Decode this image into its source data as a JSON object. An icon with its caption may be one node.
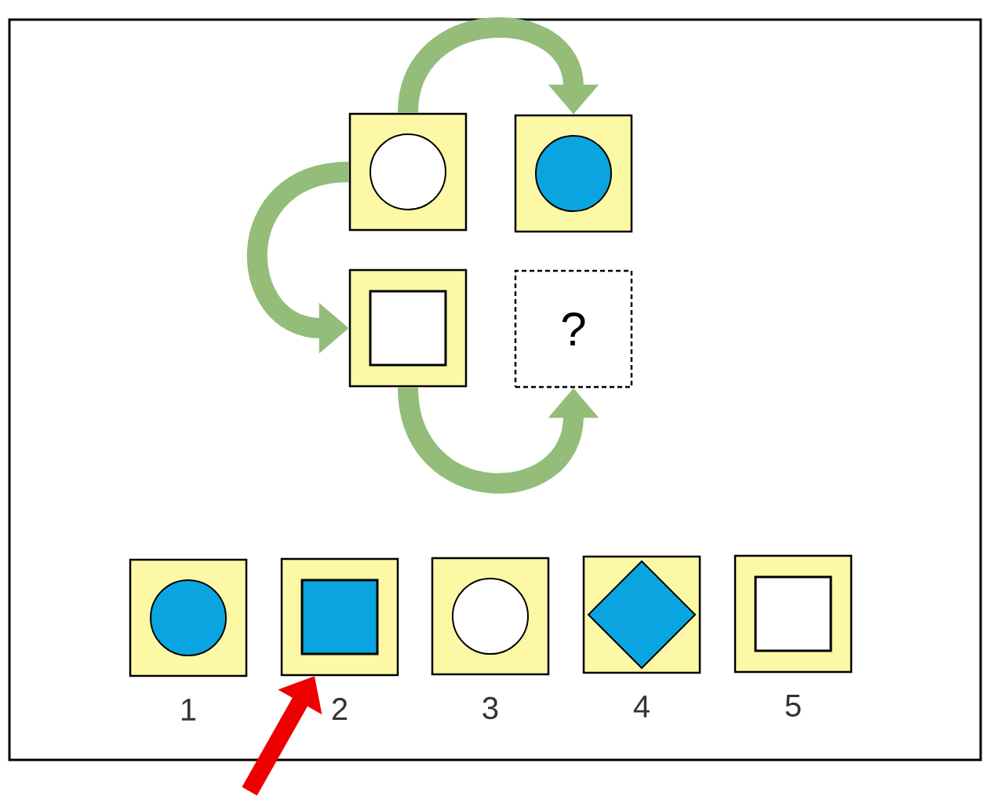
{
  "diagram": {
    "nodes": [
      {
        "text": [],
        "shape": "box"
      },
      {
        "text": [],
        "shape": "box"
      },
      {
        "text": [],
        "shape": "box"
      },
      {
        "text": [
          "?"
        ]
      },
      {
        "text": [],
        "shape": "box",
        "beside": [
          "1"
        ]
      },
      {
        "text": [],
        "shape": "box",
        "beside": [
          "2"
        ]
      },
      {
        "text": [],
        "shape": "box",
        "beside": [
          "3"
        ]
      },
      {
        "text": [],
        "shape": "box",
        "beside": [
          "4"
        ]
      },
      {
        "text": [],
        "shape": "box",
        "beside": [
          "5"
        ]
      }
    ],
    "edges": [
      {
        "from": 0,
        "to": 1,
        "arrow": "to"
      },
      {
        "from": 0,
        "to": 2,
        "arrow": "to"
      },
      {
        "from": 2,
        "to": 3,
        "arrow": "to"
      },
      {
        "from": null,
        "to": 5,
        "arrow": "to",
        "color": "#ee0000"
      }
    ]
  }
}
